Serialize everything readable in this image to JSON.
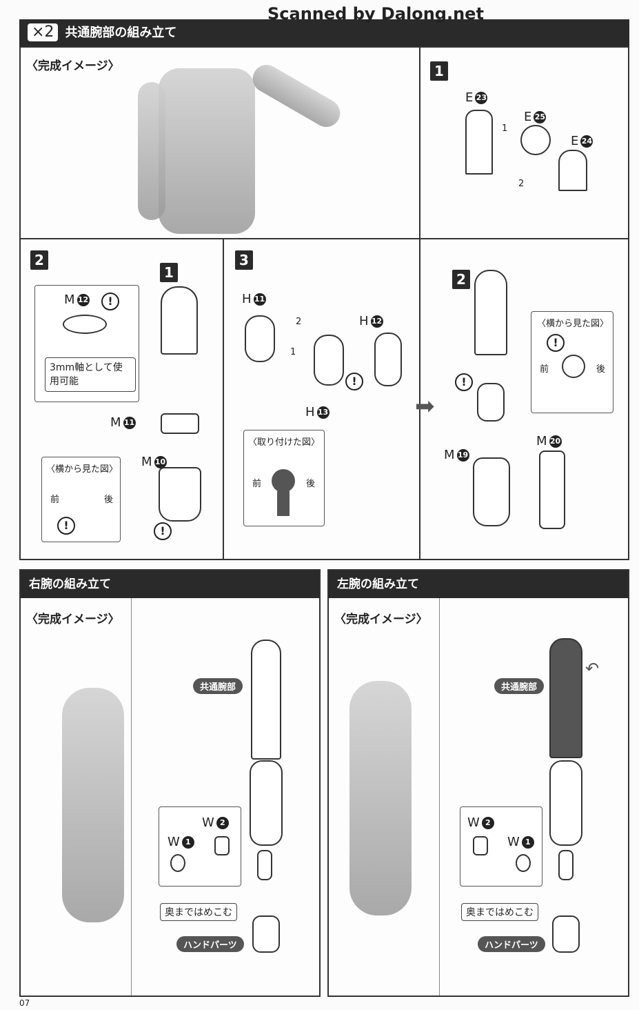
{
  "watermark": "Scanned by Dalong.net",
  "header": {
    "multiplier": "×2",
    "title": "共通腕部の組み立て"
  },
  "top": {
    "complete_image_label": "〈完成イメージ〉",
    "step1": {
      "number": "1",
      "parts": [
        {
          "letter": "E",
          "num": "23"
        },
        {
          "letter": "E",
          "num": "25"
        },
        {
          "letter": "E",
          "num": "24"
        }
      ],
      "order": [
        "1",
        "2"
      ]
    }
  },
  "step2": {
    "number": "2",
    "sub_step": "1",
    "parts": [
      {
        "letter": "M",
        "num": "12"
      },
      {
        "letter": "M",
        "num": "11"
      },
      {
        "letter": "M",
        "num": "10"
      }
    ],
    "note": "3mm軸として使用可能",
    "side_view": "〈横から見た図〉",
    "front": "前",
    "back": "後"
  },
  "step3": {
    "number": "3",
    "parts": [
      {
        "letter": "H",
        "num": "11"
      },
      {
        "letter": "H",
        "num": "12"
      },
      {
        "letter": "H",
        "num": "13"
      }
    ],
    "order": [
      "2",
      "1"
    ],
    "attached_view": "〈取り付けた図〉",
    "front": "前",
    "back": "後"
  },
  "step3b": {
    "sub_step": "2",
    "side_view": "〈横から見た図〉",
    "front": "前",
    "back": "後",
    "parts": [
      {
        "letter": "M",
        "num": "20"
      },
      {
        "letter": "M",
        "num": "19"
      }
    ]
  },
  "right_arm": {
    "title": "右腕の組み立て",
    "complete_image_label": "〈完成イメージ〉",
    "common_arm": "共通腕部",
    "parts": [
      {
        "letter": "W",
        "num": "2"
      },
      {
        "letter": "W",
        "num": "1"
      }
    ],
    "push_in": "奥まではめこむ",
    "hand_parts": "ハンドパーツ"
  },
  "left_arm": {
    "title": "左腕の組み立て",
    "complete_image_label": "〈完成イメージ〉",
    "common_arm": "共通腕部",
    "parts": [
      {
        "letter": "W",
        "num": "2"
      },
      {
        "letter": "W",
        "num": "1"
      }
    ],
    "push_in": "奥まではめこむ",
    "hand_parts": "ハンドパーツ"
  },
  "page_number": "07"
}
